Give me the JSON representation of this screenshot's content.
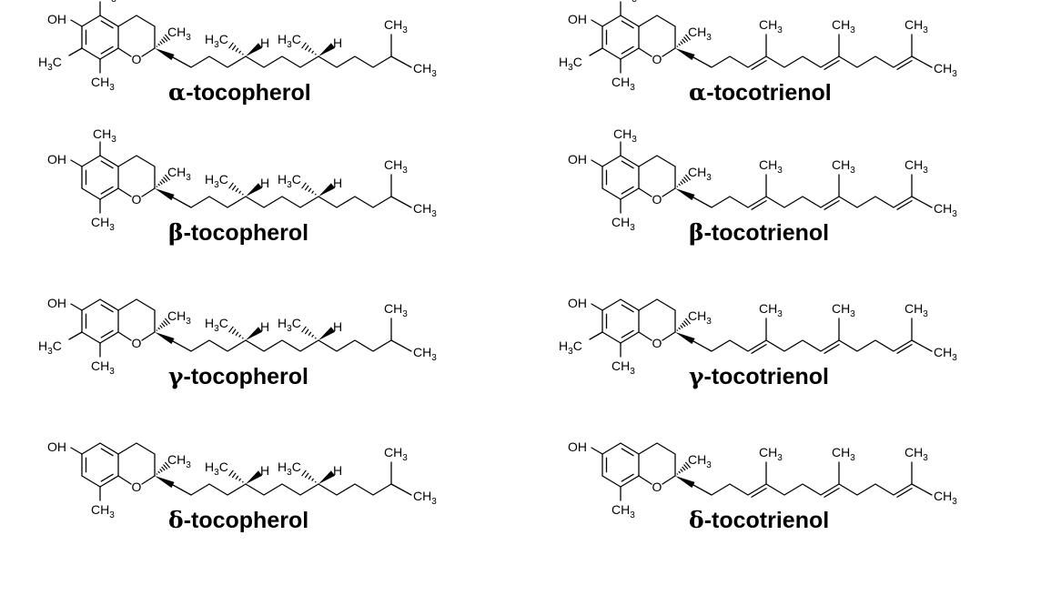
{
  "figure": {
    "atom_labels": {
      "hydroxyl": "OH",
      "ring_oxygen": "O",
      "methyl": "CH",
      "methyl_left": "H",
      "methyl_left_c": "C",
      "subscript": "3",
      "hydrogen": "H"
    },
    "compounds": [
      {
        "id": "alpha-tocopherol",
        "greek": "α",
        "suffix": "-tocopherol",
        "chain": "saturated",
        "methyl_5": true,
        "methyl_7": true,
        "methyl_8": true
      },
      {
        "id": "alpha-tocotrienol",
        "greek": "α",
        "suffix": "-tocotrienol",
        "chain": "unsaturated",
        "methyl_5": true,
        "methyl_7": true,
        "methyl_8": true
      },
      {
        "id": "beta-tocopherol",
        "greek": "β",
        "suffix": "-tocopherol",
        "chain": "saturated",
        "methyl_5": true,
        "methyl_7": false,
        "methyl_8": true
      },
      {
        "id": "beta-tocotrienol",
        "greek": "β",
        "suffix": "-tocotrienol",
        "chain": "unsaturated",
        "methyl_5": true,
        "methyl_7": false,
        "methyl_8": true
      },
      {
        "id": "gamma-tocopherol",
        "greek": "γ",
        "suffix": "-tocopherol",
        "chain": "saturated",
        "methyl_5": false,
        "methyl_7": true,
        "methyl_8": true
      },
      {
        "id": "gamma-tocotrienol",
        "greek": "γ",
        "suffix": "-tocotrienol",
        "chain": "unsaturated",
        "methyl_5": false,
        "methyl_7": true,
        "methyl_8": true
      },
      {
        "id": "delta-tocopherol",
        "greek": "δ",
        "suffix": "-tocopherol",
        "chain": "saturated",
        "methyl_5": false,
        "methyl_7": false,
        "methyl_8": true
      },
      {
        "id": "delta-tocotrienol",
        "greek": "δ",
        "suffix": "-tocotrienol",
        "chain": "unsaturated",
        "methyl_5": false,
        "methyl_7": false,
        "methyl_8": true
      }
    ]
  }
}
